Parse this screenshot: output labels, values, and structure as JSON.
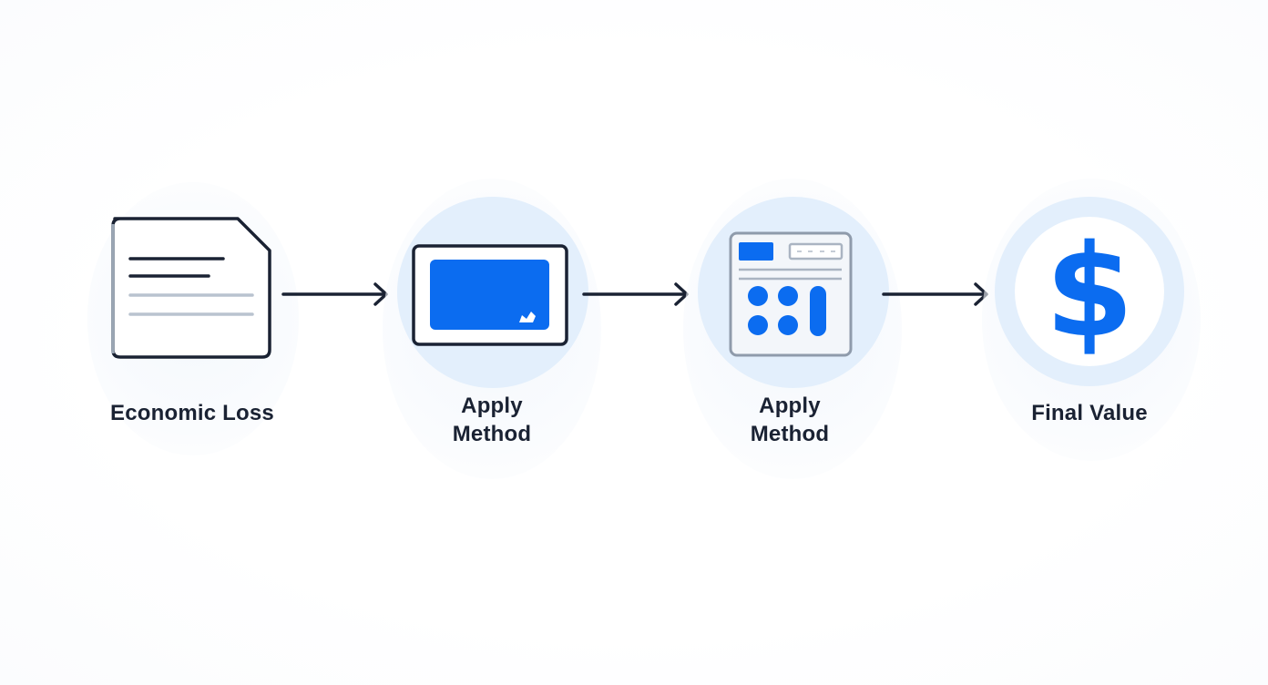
{
  "diagram": {
    "steps": [
      {
        "id": "economic-loss",
        "label_lines": [
          "Economic Loss"
        ],
        "icon": "document-icon"
      },
      {
        "id": "apply-method-1",
        "label_lines": [
          "Apply",
          "Method"
        ],
        "icon": "card-icon"
      },
      {
        "id": "apply-method-2",
        "label_lines": [
          "Apply",
          "Method"
        ],
        "icon": "calculator-icon"
      },
      {
        "id": "final-value",
        "label_lines": [
          "Final Value"
        ],
        "icon": "dollar-icon"
      }
    ],
    "connectors": [
      "arrow-right-icon",
      "arrow-right-icon",
      "arrow-right-icon"
    ],
    "colors": {
      "accent": "#0b6cf0",
      "halo": "#e3effc",
      "ink": "#1a2233",
      "line_gray": "#b9c3cf"
    },
    "symbols": {
      "dollar": "$"
    }
  }
}
